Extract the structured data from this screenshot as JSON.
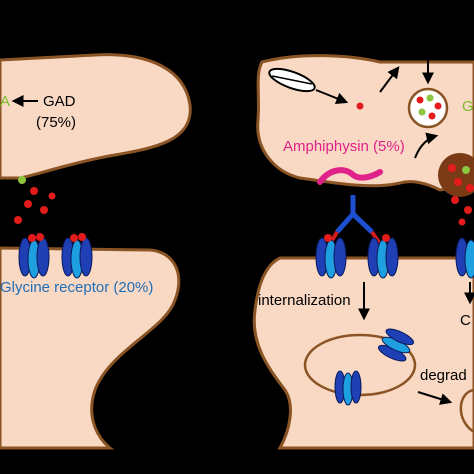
{
  "labels": {
    "gad": "GAD",
    "gad_percent": "(75%)",
    "glycine_receptor": "Glycine receptor (20%)",
    "amphiphysin": "Amphiphysin (5%)",
    "internalization": "internalization",
    "degradation_fragment": "degrad",
    "left_cut_letter": "A",
    "right_cut_letter_green": "G",
    "right_cut_letter_black": "C"
  },
  "colors": {
    "cell_fill": "#f9d9c4",
    "cell_stroke": "#8a5424",
    "receptor_dark": "#1f3fb5",
    "receptor_light": "#1e9fe0",
    "vesicle_red": "#e31b1b",
    "vesicle_green": "#8cc63f",
    "antibody_blue": "#1d4fd0",
    "antibody_red": "#d11a1a",
    "amphiphysin_pink": "#e0218a",
    "clathrin_brown": "#7a3a16"
  },
  "icons": [
    "syringe-icon",
    "arrow-icon"
  ]
}
